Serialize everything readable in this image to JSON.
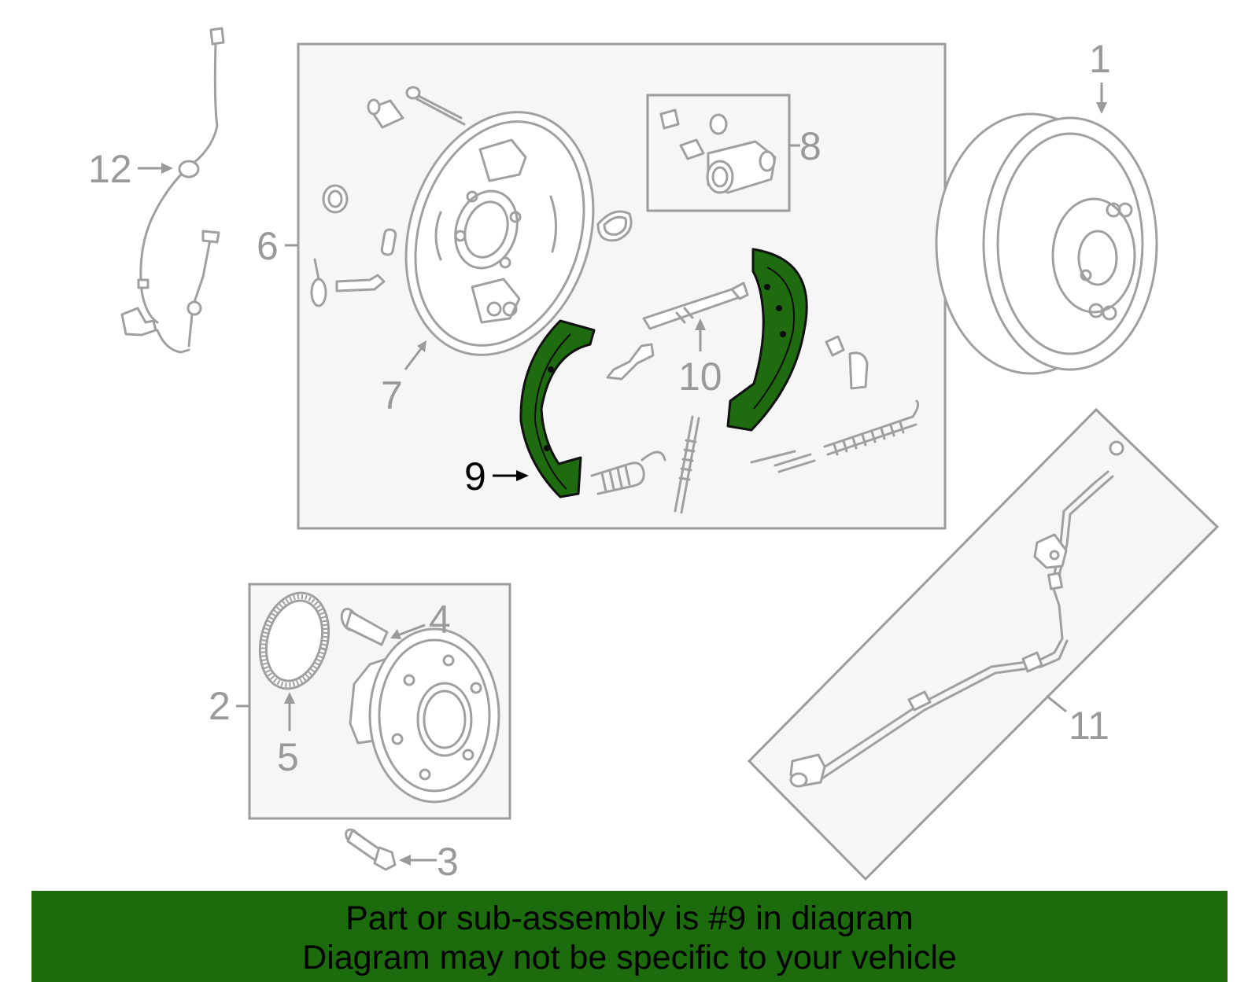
{
  "diagram": {
    "callouts": [
      "1",
      "2",
      "3",
      "4",
      "5",
      "6",
      "7",
      "8",
      "9",
      "10",
      "11",
      "12"
    ],
    "highlighted_callout": "9",
    "highlight_color": "#1f6b0f",
    "line_color": "#a0a0a0"
  },
  "banner": {
    "line1": "Part or sub-assembly is #9 in diagram",
    "line2": "Diagram may not be specific to your vehicle",
    "background": "#1c6b0c"
  }
}
